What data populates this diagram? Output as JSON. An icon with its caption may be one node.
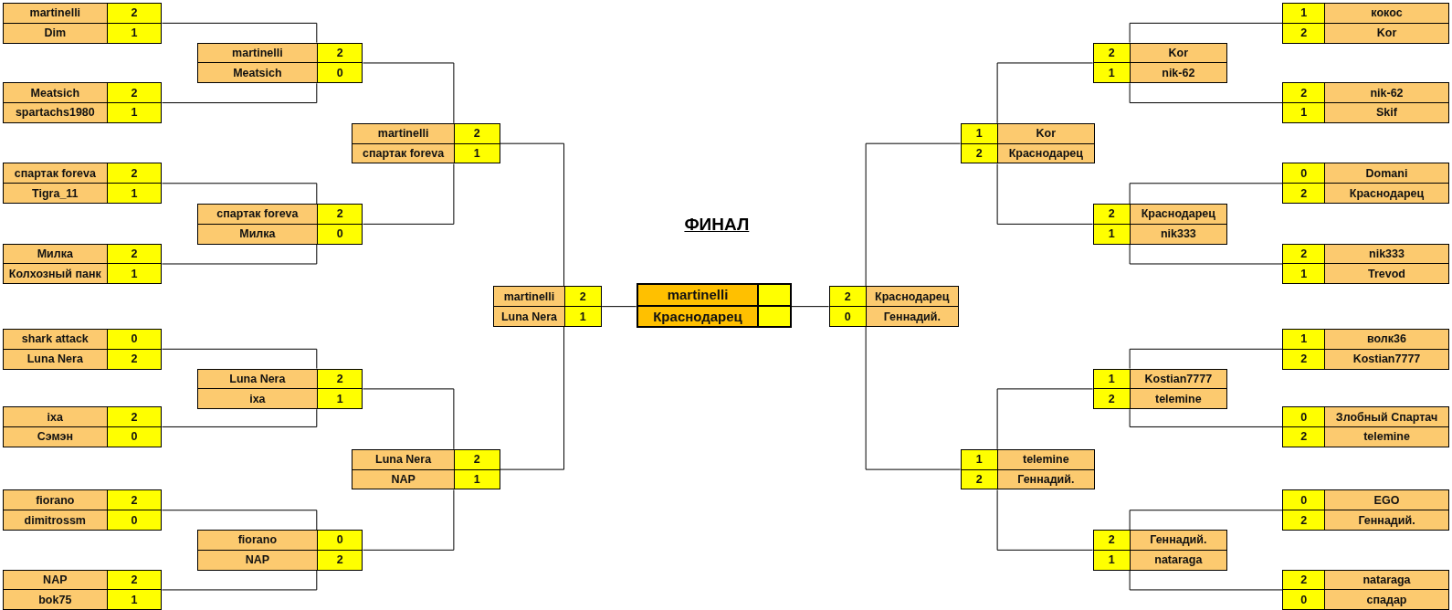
{
  "diagram": {
    "title": "ФИНАЛ",
    "nodes": [
      {
        "text": [
          "martinelli",
          "2",
          "Dim",
          "1"
        ]
      },
      {
        "text": [
          "Meatsich",
          "2",
          "spartachs1980",
          "1"
        ]
      },
      {
        "text": [
          "спартак foreva",
          "2",
          "Tigra_11",
          "1"
        ]
      },
      {
        "text": [
          "Милка",
          "2",
          "Колхозный панк",
          "1"
        ]
      },
      {
        "text": [
          "shark attack",
          "0",
          "Luna Nera",
          "2"
        ]
      },
      {
        "text": [
          "ixa",
          "2",
          "Сэмэн",
          "0"
        ]
      },
      {
        "text": [
          "fiorano",
          "2",
          "dimitrossm",
          "0"
        ]
      },
      {
        "text": [
          "NAP",
          "2",
          "bok75",
          "1"
        ]
      },
      {
        "text": [
          "martinelli",
          "2",
          "Meatsich",
          "0"
        ]
      },
      {
        "text": [
          "спартак foreva",
          "2",
          "Милка",
          "0"
        ]
      },
      {
        "text": [
          "Luna Nera",
          "2",
          "ixa",
          "1"
        ]
      },
      {
        "text": [
          "fiorano",
          "0",
          "NAP",
          "2"
        ]
      },
      {
        "text": [
          "martinelli",
          "2",
          "спартак foreva",
          "1"
        ]
      },
      {
        "text": [
          "Luna Nera",
          "2",
          "NAP",
          "1"
        ]
      },
      {
        "text": [
          "martinelli",
          "2",
          "Luna Nera",
          "1"
        ]
      },
      {
        "text": [
          "martinelli",
          "Краснодарец"
        ]
      },
      {
        "text": [
          "2",
          "Краснодарец",
          "0",
          "Геннадий."
        ]
      },
      {
        "text": [
          "1",
          "Kor",
          "2",
          "Краснодарец"
        ]
      },
      {
        "text": [
          "1",
          "telemine",
          "2",
          "Геннадий."
        ]
      },
      {
        "text": [
          "2",
          "Kor",
          "1",
          "nik-62"
        ]
      },
      {
        "text": [
          "2",
          "Краснодарец",
          "1",
          "nik333"
        ]
      },
      {
        "text": [
          "1",
          "Kostian7777",
          "2",
          "telemine"
        ]
      },
      {
        "text": [
          "2",
          "Геннадий.",
          "1",
          "nataraga"
        ]
      },
      {
        "text": [
          "1",
          "кокос",
          "2",
          "Kor"
        ]
      },
      {
        "text": [
          "2",
          "nik-62",
          "1",
          "Skif"
        ]
      },
      {
        "text": [
          "0",
          "Domani",
          "2",
          "Краснодарец"
        ]
      },
      {
        "text": [
          "2",
          "nik333",
          "1",
          "Trevod"
        ]
      },
      {
        "text": [
          "1",
          "волк36",
          "2",
          "Kostian7777"
        ]
      },
      {
        "text": [
          "0",
          "Злобный Спартач",
          "2",
          "telemine"
        ]
      },
      {
        "text": [
          "0",
          "EGO",
          "2",
          "Геннадий."
        ]
      },
      {
        "text": [
          "2",
          "nataraga",
          "0",
          "спадар"
        ]
      }
    ],
    "edges": [
      {
        "from": 0,
        "to": 8,
        "arrow": "none"
      },
      {
        "from": 1,
        "to": 8,
        "arrow": "none"
      },
      {
        "from": 2,
        "to": 9,
        "arrow": "none"
      },
      {
        "from": 3,
        "to": 9,
        "arrow": "none"
      },
      {
        "from": 4,
        "to": 10,
        "arrow": "none"
      },
      {
        "from": 5,
        "to": 10,
        "arrow": "none"
      },
      {
        "from": 6,
        "to": 11,
        "arrow": "none"
      },
      {
        "from": 7,
        "to": 11,
        "arrow": "none"
      },
      {
        "from": 8,
        "to": 12,
        "arrow": "none"
      },
      {
        "from": 9,
        "to": 12,
        "arrow": "none"
      },
      {
        "from": 10,
        "to": 13,
        "arrow": "none"
      },
      {
        "from": 11,
        "to": 13,
        "arrow": "none"
      },
      {
        "from": 12,
        "to": 14,
        "arrow": "none"
      },
      {
        "from": 13,
        "to": 14,
        "arrow": "none"
      },
      {
        "from": 14,
        "to": 15,
        "arrow": "none"
      },
      {
        "from": 16,
        "to": 15,
        "arrow": "none"
      },
      {
        "from": 17,
        "to": 16,
        "arrow": "none"
      },
      {
        "from": 18,
        "to": 16,
        "arrow": "none"
      },
      {
        "from": 19,
        "to": 17,
        "arrow": "none"
      },
      {
        "from": 20,
        "to": 17,
        "arrow": "none"
      },
      {
        "from": 21,
        "to": 18,
        "arrow": "none"
      },
      {
        "from": 22,
        "to": 18,
        "arrow": "none"
      },
      {
        "from": 23,
        "to": 19,
        "arrow": "none"
      },
      {
        "from": 24,
        "to": 19,
        "arrow": "none"
      },
      {
        "from": 25,
        "to": 20,
        "arrow": "none"
      },
      {
        "from": 26,
        "to": 20,
        "arrow": "none"
      },
      {
        "from": 27,
        "to": 21,
        "arrow": "none"
      },
      {
        "from": 28,
        "to": 21,
        "arrow": "none"
      },
      {
        "from": 29,
        "to": 22,
        "arrow": "none"
      },
      {
        "from": 30,
        "to": 22,
        "arrow": "none"
      }
    ]
  }
}
